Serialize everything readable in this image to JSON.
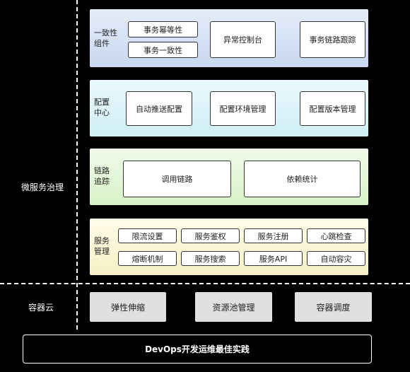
{
  "left_labels": {
    "microservice": "微服务治理",
    "container": "容器云"
  },
  "layers": {
    "consistency": {
      "label_line1": "一致性",
      "label_line2": "组件",
      "items": [
        "事务幂等性",
        "事务一致性",
        "异常控制台",
        "事务链路跟踪"
      ]
    },
    "config": {
      "label_line1": "配置",
      "label_line2": "中心",
      "items": [
        "自动推送配置",
        "配置环境管理",
        "配置版本管理"
      ]
    },
    "trace": {
      "label_line1": "链路",
      "label_line2": "追踪",
      "items": [
        "调用链路",
        "依赖统计"
      ]
    },
    "service": {
      "label_line1": "服务",
      "label_line2": "管理",
      "items": [
        "限流设置",
        "服务鉴权",
        "服务注册",
        "心跳检查",
        "熔断机制",
        "服务搜索",
        "服务API",
        "自动容灾"
      ]
    }
  },
  "container_items": [
    "弹性伸缩",
    "资源池管理",
    "容器调度"
  ],
  "devops": "DevOps开发运维最佳实践"
}
